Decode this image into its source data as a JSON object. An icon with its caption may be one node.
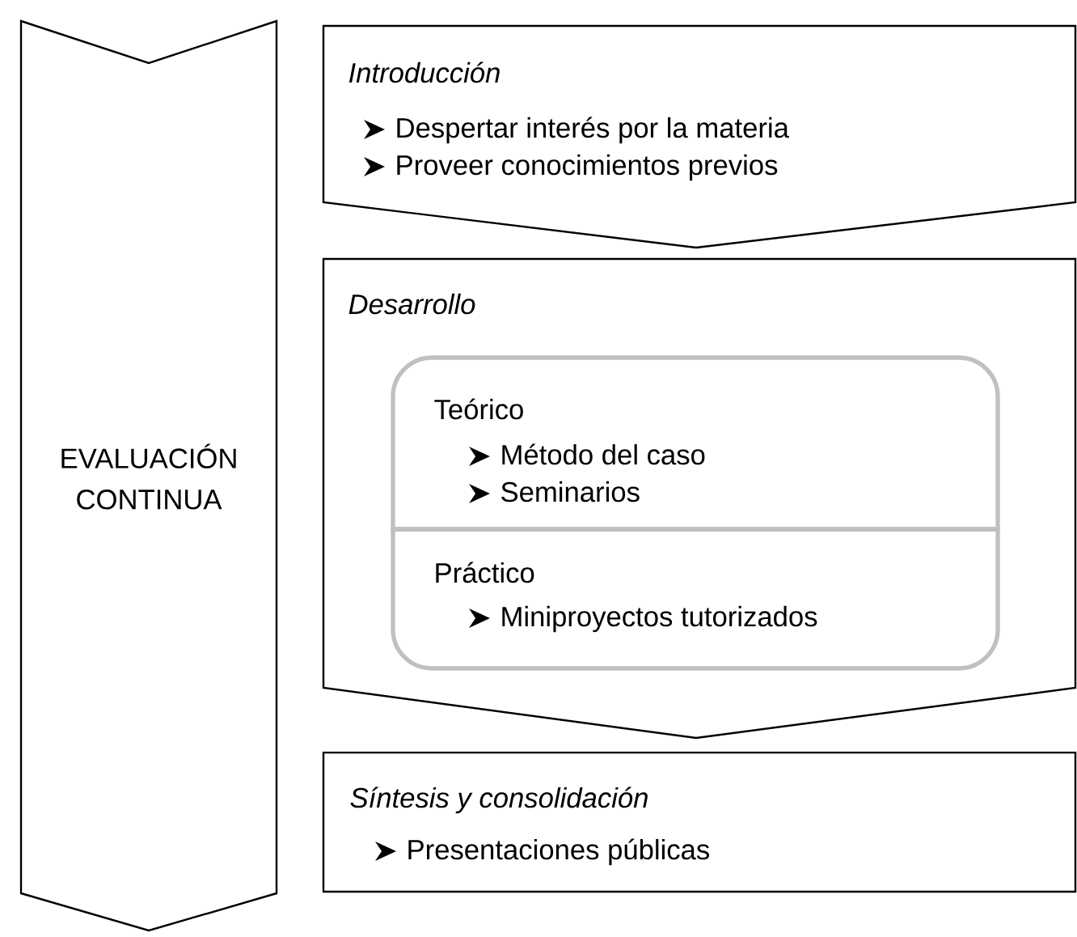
{
  "diagram": {
    "nodes": [
      {
        "text": [
          "EVALUACIÓN CONTINUA"
        ]
      },
      {
        "text": [
          "Introducción",
          "Despertar interés por la materia",
          "Proveer conocimientos previos"
        ]
      },
      {
        "text": [
          "Desarrollo"
        ]
      },
      {
        "text": [
          "Teórico",
          "Método del caso",
          "Seminarios"
        ],
        "in": 2
      },
      {
        "text": [
          "Práctico",
          "Miniproyectos tutorizados"
        ],
        "in": 2
      },
      {
        "text": [
          "Síntesis y consolidación",
          "Presentaciones públicas"
        ]
      }
    ]
  }
}
